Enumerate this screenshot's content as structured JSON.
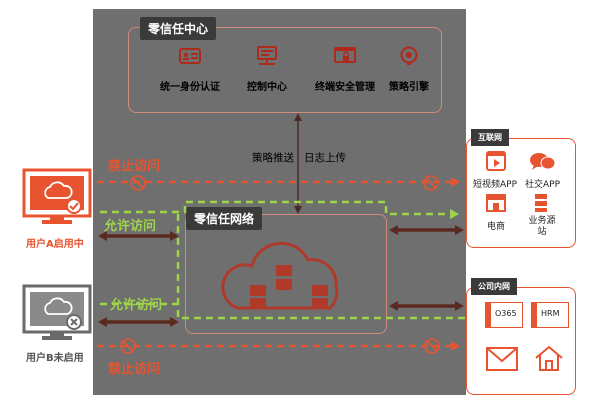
{
  "zero_trust_center": {
    "title": "零信任中心",
    "tools": [
      {
        "label": "统一身份认证",
        "icon": "id-card-icon"
      },
      {
        "label": "控制中心",
        "icon": "control-panel-icon"
      },
      {
        "label": "终端安全管理",
        "icon": "terminal-lock-icon"
      },
      {
        "label": "策略引擎",
        "icon": "policy-engine-icon"
      }
    ]
  },
  "sync": {
    "push_label": "策略推送",
    "upload_label": "日志上传"
  },
  "zero_trust_network": {
    "title": "零信任网络"
  },
  "access": {
    "forbid_top": "禁止访问",
    "allow_a": "允许访问",
    "allow_b": "允许访问",
    "forbid_bottom": "禁止访问"
  },
  "users": {
    "a": {
      "label": "用户A启用中",
      "color": "#e8542f"
    },
    "b": {
      "label": "用户B未启用",
      "color": "#777777"
    }
  },
  "internet": {
    "title": "互联网",
    "apps": [
      {
        "label": "短视频APP",
        "icon": "video-app-icon"
      },
      {
        "label": "社交APP",
        "icon": "chat-app-icon"
      },
      {
        "label": "电商",
        "icon": "shop-icon"
      },
      {
        "label": "业务源站",
        "icon": "server-icon"
      }
    ]
  },
  "intranet": {
    "title": "公司内网",
    "apps": [
      {
        "label": "O365",
        "icon": "o365-icon"
      },
      {
        "label": "HRM",
        "icon": "hrm-icon"
      },
      {
        "label": "",
        "icon": "mail-icon"
      },
      {
        "label": "",
        "icon": "home-icon"
      }
    ]
  },
  "colors": {
    "red": "#e8542f",
    "green": "#9ed44a",
    "dark": "#5a2a1e"
  }
}
